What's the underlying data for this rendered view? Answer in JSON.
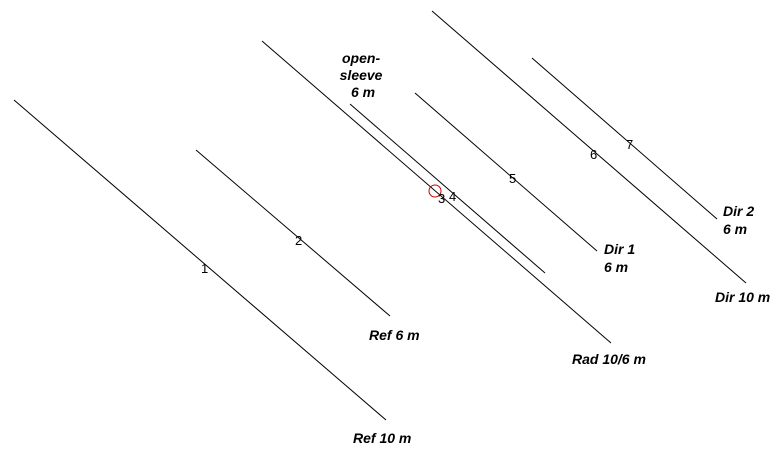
{
  "elements": [
    {
      "key": "e1",
      "number": "1",
      "label": [
        "Ref 10 m"
      ]
    },
    {
      "key": "e2",
      "number": "2",
      "label": [
        "Ref 6 m"
      ]
    },
    {
      "key": "e3",
      "number": "3",
      "label": [
        "Rad 10/6 m"
      ]
    },
    {
      "key": "e4",
      "number": "4",
      "label": [
        "open-",
        "sleeve",
        "6 m"
      ]
    },
    {
      "key": "e5",
      "number": "5",
      "label": [
        "Dir 1",
        "6 m"
      ]
    },
    {
      "key": "e6",
      "number": "6",
      "label": [
        "Dir 10 m"
      ]
    },
    {
      "key": "e7",
      "number": "7",
      "label": [
        "Dir 2",
        "6 m"
      ]
    }
  ],
  "colors": {
    "wire": "#000000",
    "feed_point": "#cc0000"
  }
}
